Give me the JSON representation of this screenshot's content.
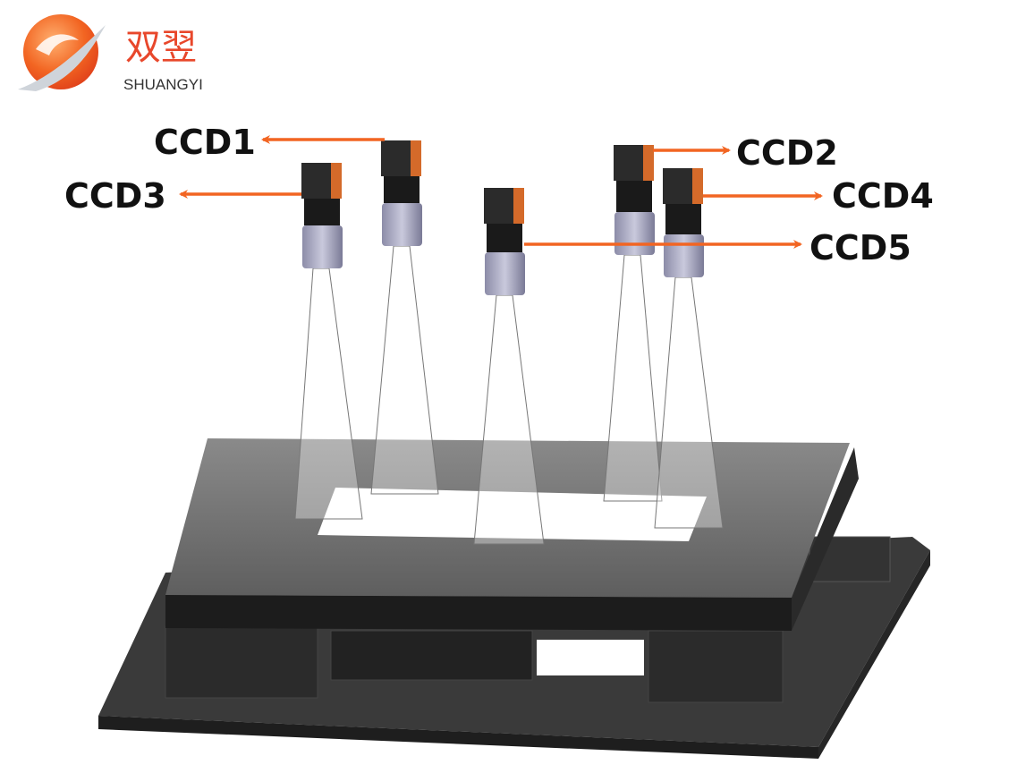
{
  "logo": {
    "name_cn": "双翌",
    "name_en": "SHUANGYI"
  },
  "labels": {
    "ccd1": "CCD1",
    "ccd2": "CCD2",
    "ccd3": "CCD3",
    "ccd4": "CCD4",
    "ccd5": "CCD5"
  },
  "colors": {
    "arrow": "#f26522",
    "brand": "#e8472b"
  }
}
